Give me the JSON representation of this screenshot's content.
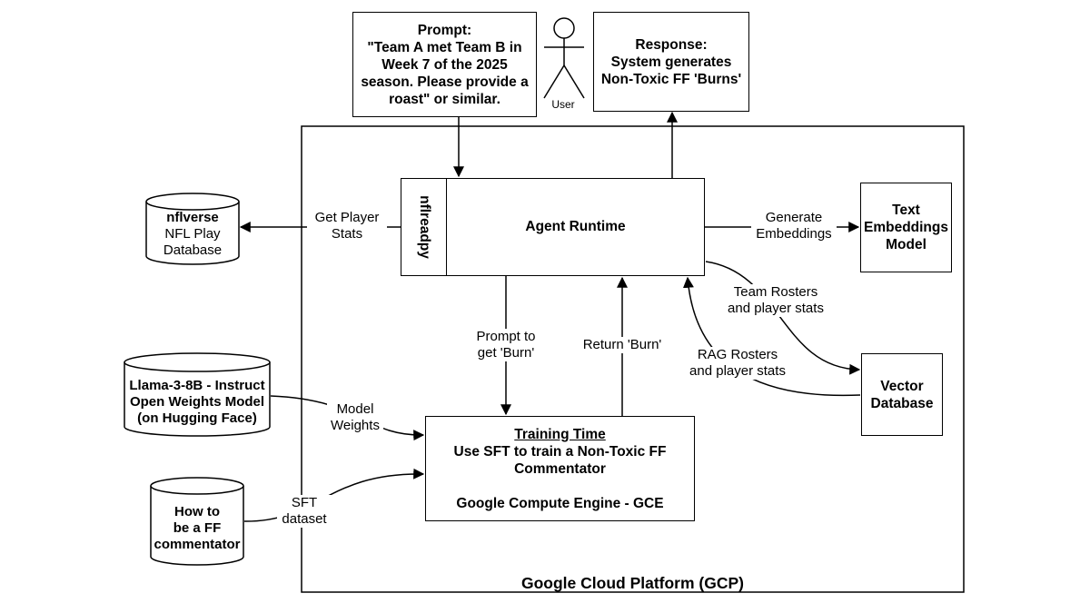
{
  "prompt_box": {
    "title": "Prompt:",
    "lines": [
      "\"Team A met Team B in",
      "Week 7 of the 2025",
      "season.  Please provide a",
      "roast\" or similar."
    ]
  },
  "user_label": "User",
  "response_box": {
    "title": "Response:",
    "lines": [
      "System generates",
      "Non-Toxic FF 'Burns'"
    ]
  },
  "gcp_label": "Google Cloud Platform (GCP)",
  "nflreadpy_label": "nflreadpy",
  "agent_runtime_label": "Agent Runtime",
  "nflverse_db": {
    "title": "nflverse",
    "lines": [
      "NFL Play",
      "Database"
    ]
  },
  "get_player_stats": [
    "Get Player",
    "Stats"
  ],
  "generate_embeddings": [
    "Generate",
    "Embeddings"
  ],
  "text_embeddings_model": [
    "Text",
    "Embeddings",
    "Model"
  ],
  "team_rosters": [
    "Team Rosters",
    "and player stats"
  ],
  "rag_rosters": [
    "RAG Rosters",
    "and player stats"
  ],
  "vector_database": [
    "Vector",
    "Database"
  ],
  "prompt_to_burn": [
    "Prompt to",
    "get 'Burn'"
  ],
  "return_burn": "Return 'Burn'",
  "llama_model": [
    "Llama-3-8B - Instruct",
    "Open Weights Model",
    "(on Hugging Face)"
  ],
  "model_weights": [
    "Model",
    "Weights"
  ],
  "training_box": {
    "title": "Training Time",
    "lines": [
      "Use SFT to train a Non-Toxic FF",
      "Commentator"
    ],
    "footer": "Google Compute Engine - GCE"
  },
  "ff_commentator_db": [
    "How to",
    "be a FF",
    "commentator"
  ],
  "sft_dataset": [
    "SFT",
    "dataset"
  ]
}
